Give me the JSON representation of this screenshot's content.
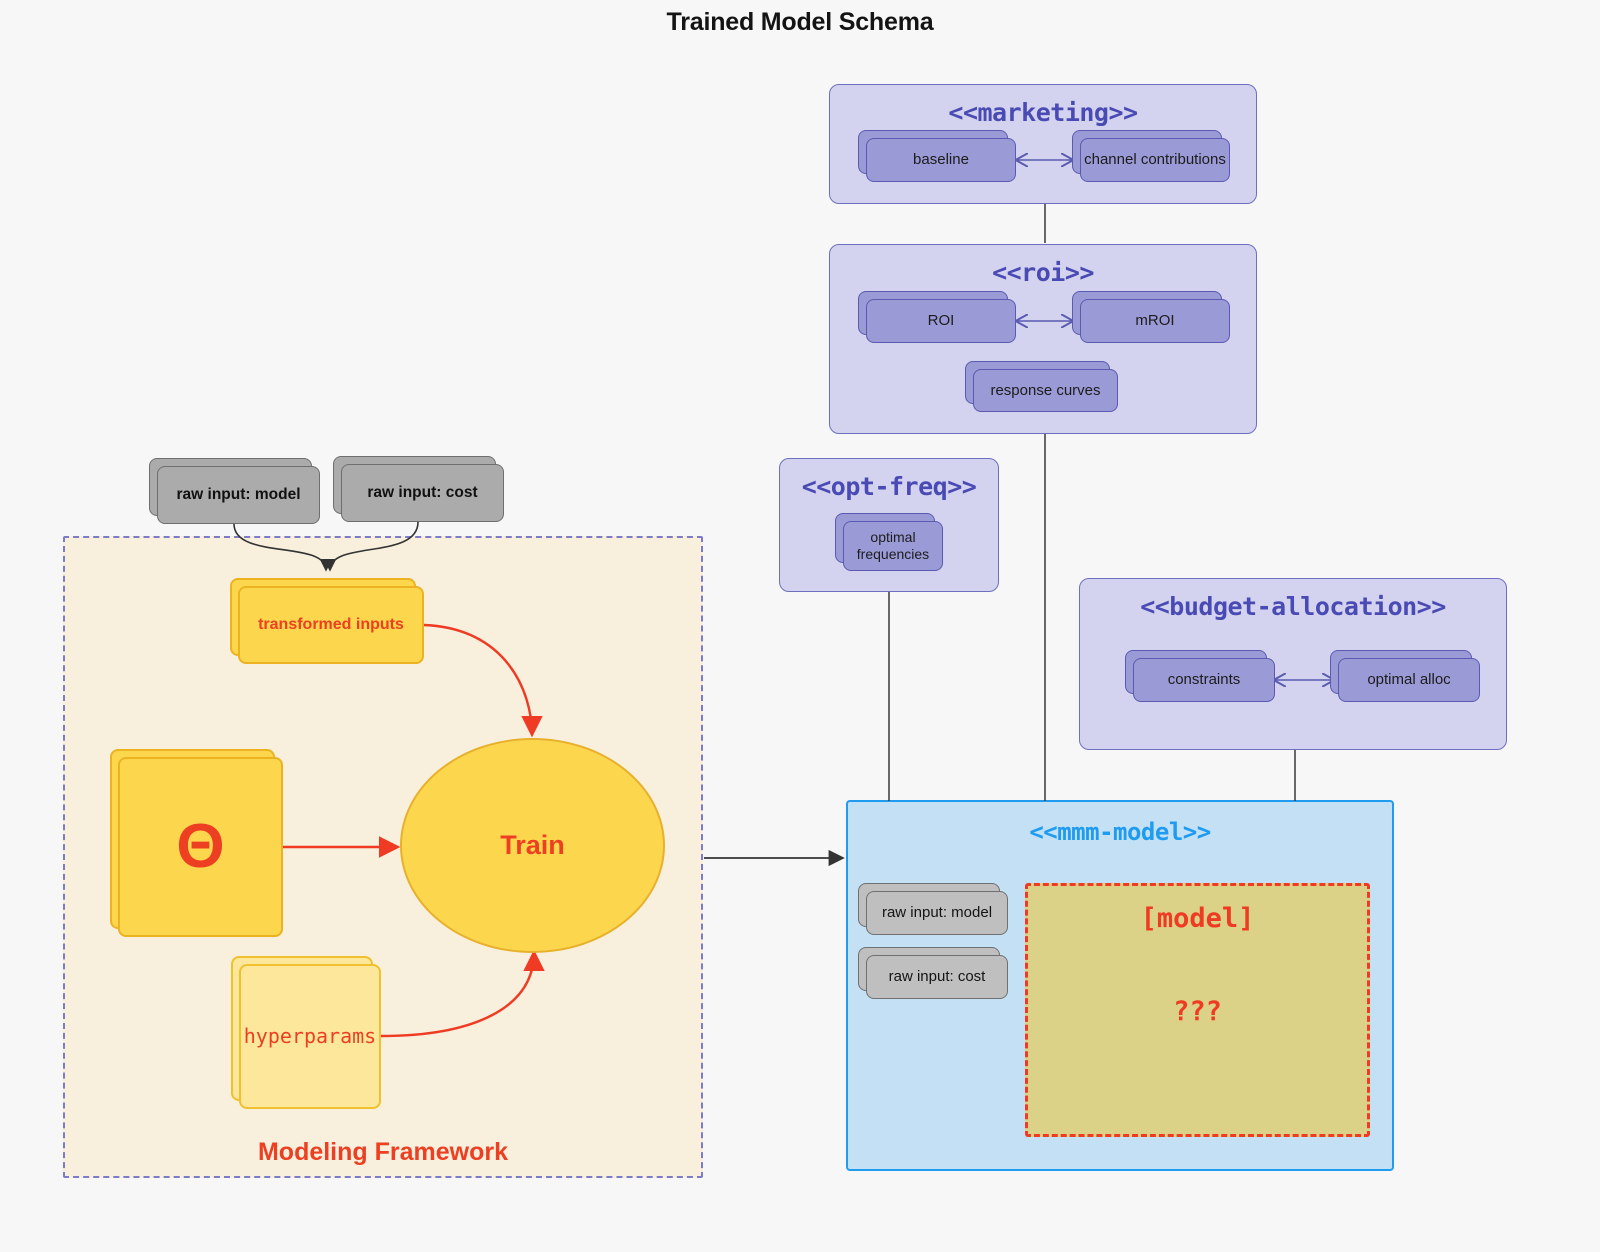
{
  "title": "Trained Model Schema",
  "colors": {
    "background": "#f7f7f7",
    "package_lavender_fill": "#d3d3ef",
    "package_lavender_border": "#6f6fc0",
    "package_title_purple": "#4a4ab5",
    "node_purple_fill": "#9a9ad6",
    "node_purple_border": "#5a5ab0",
    "package_blue_fill": "#c3e0f5",
    "package_blue_border": "#1f9cf0",
    "framework_fill": "#f8efdc",
    "framework_border": "#7b7bc8",
    "accent_red": "#ed3f21",
    "yellow_strong": "#fcd74e",
    "yellow_light": "#fce79a",
    "model_panel_fill": "#dcd287",
    "gray_node_fill": "#ababab"
  },
  "packages": {
    "marketing": {
      "title": "<<marketing>>",
      "nodes": [
        {
          "label": "baseline"
        },
        {
          "label": "channel contributions"
        }
      ]
    },
    "roi": {
      "title": "<<roi>>",
      "nodes": [
        {
          "label": "ROI"
        },
        {
          "label": "mROI"
        },
        {
          "label": "response curves"
        }
      ]
    },
    "opt_freq": {
      "title": "<<opt-freq>>",
      "nodes": [
        {
          "label": "optimal\nfrequencies"
        }
      ]
    },
    "budget_allocation": {
      "title": "<<budget-allocation>>",
      "nodes": [
        {
          "label": "constraints"
        },
        {
          "label": "optimal alloc"
        }
      ]
    },
    "mmm_model": {
      "title": "<<mmm-model>>",
      "nodes": [
        {
          "label": "raw input: model"
        },
        {
          "label": "raw input: cost"
        }
      ],
      "model_panel": {
        "title": "[model]",
        "body": "???"
      }
    }
  },
  "framework": {
    "label": "Modeling Framework",
    "raw_inputs": [
      {
        "label": "raw input: model"
      },
      {
        "label": "raw input: cost"
      }
    ],
    "transformed_inputs": {
      "label": "transformed inputs"
    },
    "theta": {
      "label": "Θ"
    },
    "hyperparams": {
      "label": "hyperparams"
    },
    "train": {
      "label": "Train"
    }
  }
}
